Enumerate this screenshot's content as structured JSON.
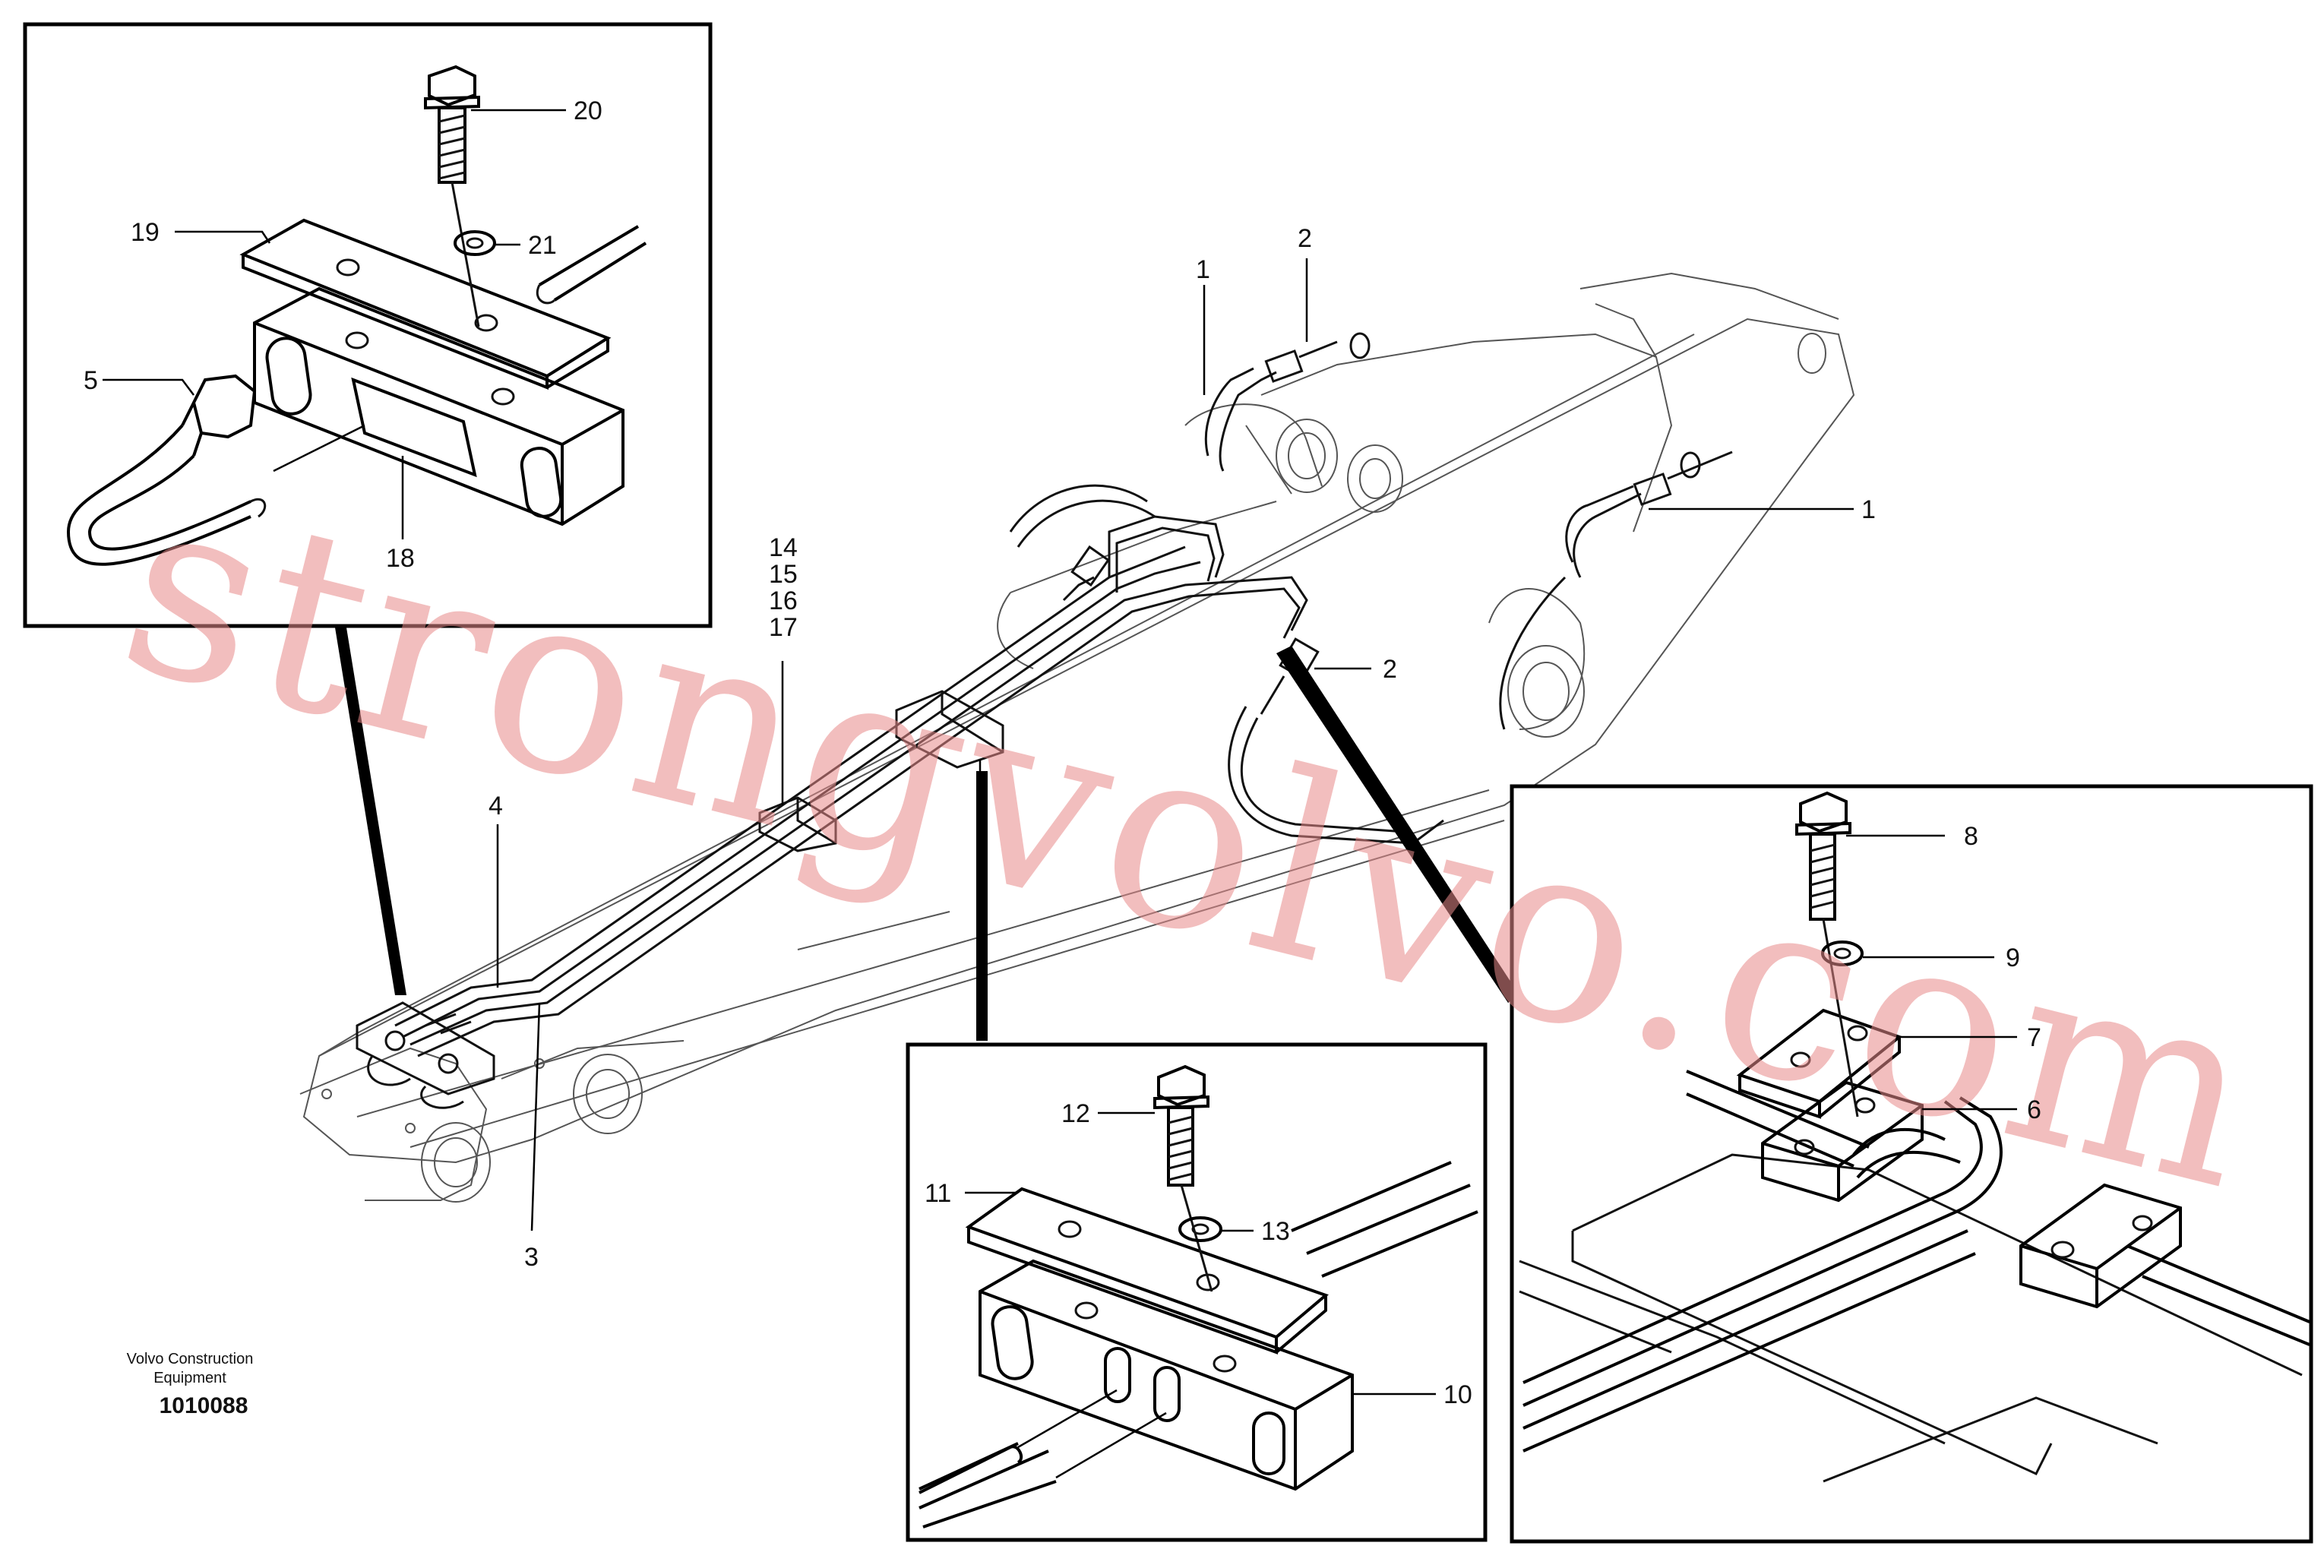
{
  "caption": {
    "company_line1": "Volvo Construction",
    "company_line2": "Equipment",
    "drawing_number": "1010088"
  },
  "watermark": "strongvolvo.com",
  "part_labels": {
    "p1a": "1",
    "p1b": "1",
    "p2a": "2",
    "p2b": "2",
    "p3": "3",
    "p4": "4",
    "p5": "5",
    "p6": "6",
    "p7": "7",
    "p8": "8",
    "p9": "9",
    "p10": "10",
    "p11": "11",
    "p12": "12",
    "p13": "13",
    "p14": "14",
    "p15": "15",
    "p16": "16",
    "p17": "17",
    "p18": "18",
    "p19": "19",
    "p20": "20",
    "p21": "21"
  },
  "colors": {
    "line": "#000000",
    "watermark": "#e88a8a"
  }
}
